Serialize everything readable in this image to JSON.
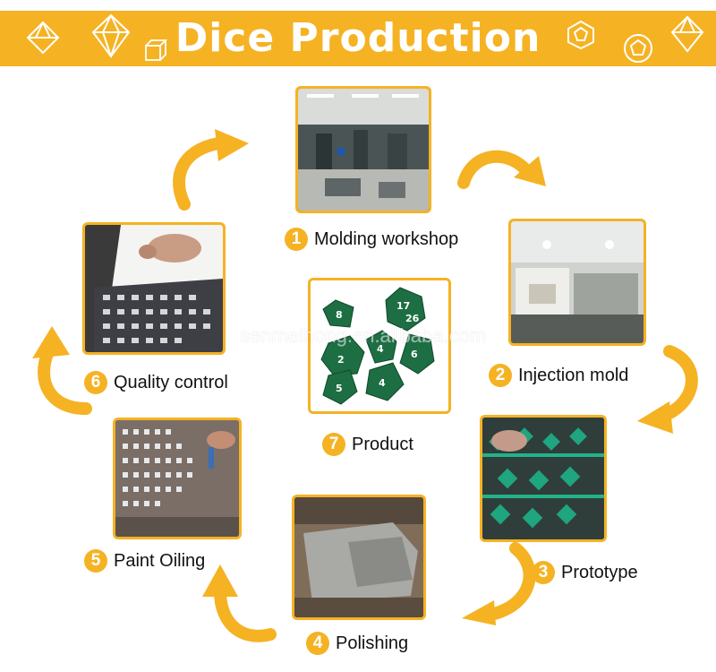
{
  "header": {
    "title": "Dice Production",
    "background": "#f5b223"
  },
  "accent": "#f5b223",
  "steps": [
    {
      "number": "1",
      "label": "Molding workshop"
    },
    {
      "number": "2",
      "label": "Injection mold"
    },
    {
      "number": "3",
      "label": "Prototype"
    },
    {
      "number": "4",
      "label": "Polishing"
    },
    {
      "number": "5",
      "label": "Paint Oiling"
    },
    {
      "number": "6",
      "label": "Quality control"
    },
    {
      "number": "7",
      "label": "Product"
    }
  ],
  "watermark": "senmeihong.en.alibaba.com",
  "icons": [
    "diamond-outline-icon",
    "cube-outline-icon",
    "dodecahedron-outline-icon",
    "curved-arrow-icon"
  ]
}
